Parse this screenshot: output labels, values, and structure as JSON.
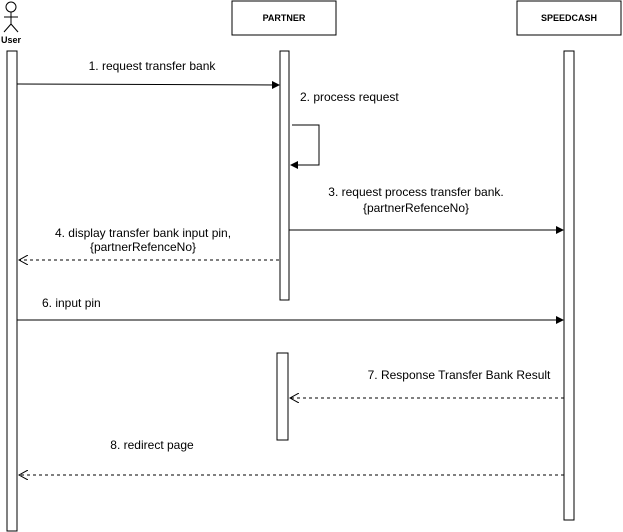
{
  "participants": {
    "user": {
      "label": "User"
    },
    "partner": {
      "label": "PARTNER"
    },
    "speedcash": {
      "label": "SPEEDCASH"
    }
  },
  "messages": {
    "m1": {
      "label": "1. request transfer bank",
      "style": "solid"
    },
    "m2": {
      "label": "2. process request",
      "style": "self"
    },
    "m3": {
      "line1": "3. request process transfer bank.",
      "line2": "{partnerRefenceNo}",
      "style": "solid"
    },
    "m4": {
      "line1": "4. display transfer bank input pin,",
      "line2": "{partnerRefenceNo}",
      "style": "dashed"
    },
    "m6": {
      "label": "6. input pin",
      "style": "solid"
    },
    "m7": {
      "label": "7. Response Transfer Bank Result",
      "style": "dashed"
    },
    "m8": {
      "label": "8. redirect page",
      "style": "dashed"
    }
  },
  "colors": {
    "stroke": "#000000",
    "background": "#ffffff"
  }
}
